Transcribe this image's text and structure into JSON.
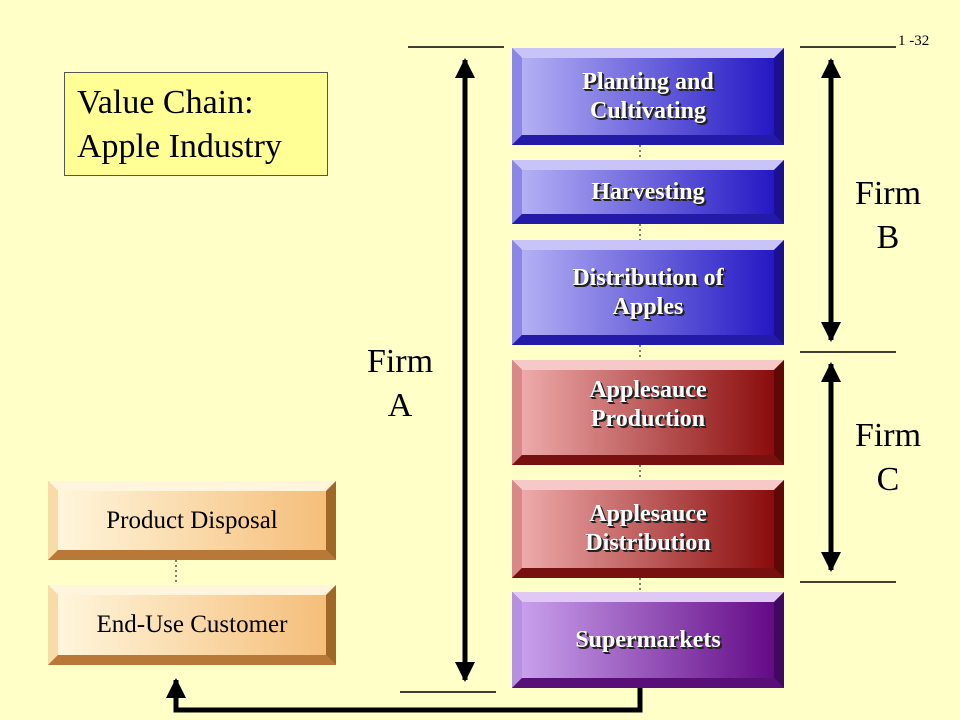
{
  "page_number": "1 -32",
  "title": {
    "line1": "Value Chain:",
    "line2": "Apple Industry"
  },
  "stages": [
    {
      "line1": "Planting and",
      "line2": "Cultivating",
      "kind": "blue"
    },
    {
      "line1": "Harvesting",
      "line2": "",
      "kind": "blue"
    },
    {
      "line1": "Distribution of",
      "line2": "Apples",
      "kind": "blue"
    },
    {
      "line1": "Applesauce",
      "line2": "Production",
      "kind": "red"
    },
    {
      "line1": "Applesauce",
      "line2": "Distribution",
      "kind": "red"
    },
    {
      "line1": "Supermarkets",
      "line2": "",
      "kind": "purple"
    }
  ],
  "customer_boxes": {
    "disposal": "Product Disposal",
    "end_use": "End-Use Customer"
  },
  "firms": {
    "a": {
      "line1": "Firm",
      "line2": "A"
    },
    "b": {
      "line1": "Firm",
      "line2": "B"
    },
    "c": {
      "line1": "Firm",
      "line2": "C"
    }
  },
  "colors": {
    "background": "#ffffc8",
    "title_fill": "#ffff96",
    "blue_face_light": "#a8a4f0",
    "blue_face_dark": "#2a20c8",
    "red_face_light": "#e8a0a0",
    "red_face_dark": "#8c1010",
    "purple_face_light": "#b890e0",
    "purple_face_dark": "#6a108c",
    "beige_face_light": "#fff0d0",
    "beige_face_dark": "#f5c282"
  }
}
